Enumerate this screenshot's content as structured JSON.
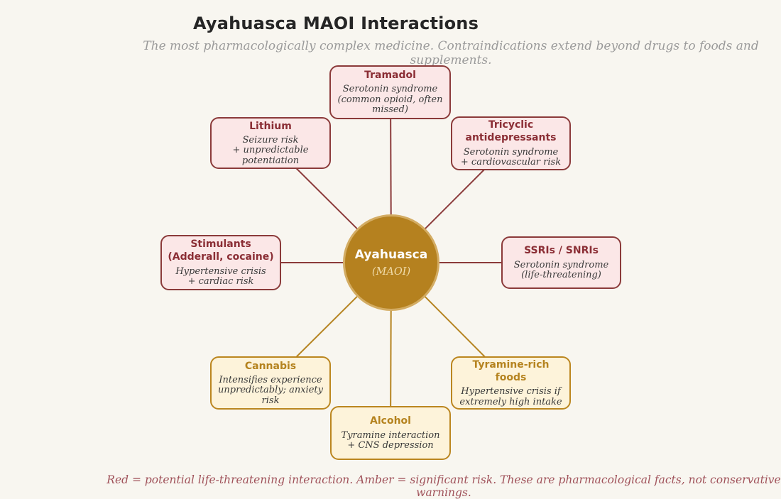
{
  "page": {
    "title": "Ayahuasca MAOI Interactions",
    "subtitle": "The most pharmacologically complex medicine. Contraindications extend beyond drugs to foods and supplements.",
    "footer": "Red = potential life-threatening interaction. Amber = significant risk. These are pharmacological facts, not conservative warnings."
  },
  "center": {
    "title": "Ayahuasca",
    "subtitle": "(MAOI)"
  },
  "colors": {
    "background": "#f8f6f0",
    "red_fill": "#fbe7e7",
    "red_border": "#8b3a3a",
    "red_title_text": "#8b2e35",
    "red_line": "#8b3a3a",
    "amber_fill": "#fdf3da",
    "amber_border": "#bb861f",
    "amber_title_text": "#b5831f",
    "amber_line": "#b5831f",
    "circle_fill": "#b5811f",
    "circle_border": "#d3ac63",
    "body_text": "#3a3a3a",
    "footer_text": "#a0525a",
    "subtitle_text": "#9a9a9a"
  },
  "nodes": [
    {
      "id": "tramadol",
      "severity": "red",
      "title": "Tramadol",
      "body": "Serotonin syndrome\n(common opioid, often missed)"
    },
    {
      "id": "lithium",
      "severity": "red",
      "title": "Lithium",
      "body": "Seizure risk\n+ unpredictable potentiation"
    },
    {
      "id": "tricyclics",
      "severity": "red",
      "title": "Tricyclic\nantidepressants",
      "body": "Serotonin syndrome\n+ cardiovascular risk"
    },
    {
      "id": "stimulants",
      "severity": "red",
      "title": "Stimulants\n(Adderall, cocaine)",
      "body": "Hypertensive crisis\n+ cardiac risk"
    },
    {
      "id": "ssris",
      "severity": "red",
      "title": "SSRIs / SNRIs",
      "body": "Serotonin syndrome\n(life-threatening)"
    },
    {
      "id": "cannabis",
      "severity": "amber",
      "title": "Cannabis",
      "body": "Intensifies experience\nunpredictably; anxiety risk"
    },
    {
      "id": "alcohol",
      "severity": "amber",
      "title": "Alcohol",
      "body": "Tyramine interaction\n+ CNS depression"
    },
    {
      "id": "tyramine",
      "severity": "amber",
      "title": "Tyramine-rich\nfoods",
      "body": "Hypertensive crisis if\nextremely high intake"
    }
  ]
}
